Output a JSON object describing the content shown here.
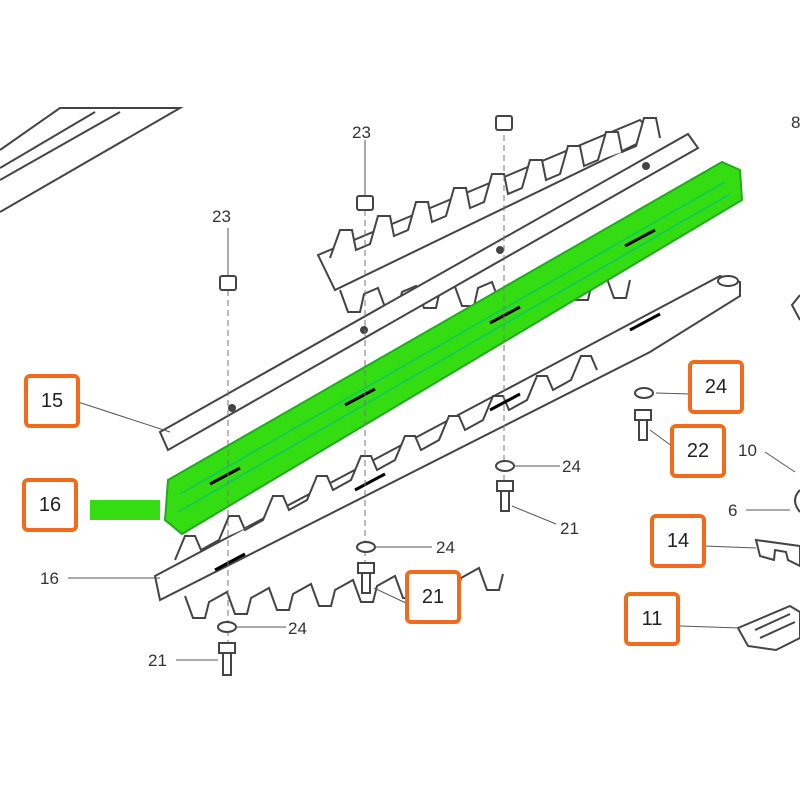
{
  "colors": {
    "highlight": "#33dd11",
    "callout_border": "#f26a1b",
    "line_art": "#444444"
  },
  "callouts": {
    "c15": "15",
    "c16": "16",
    "c24": "24",
    "c22": "22",
    "c14": "14",
    "c21": "21",
    "c11": "11"
  },
  "labels": {
    "l23a": "23",
    "l23b": "23",
    "l8": "8",
    "l10": "10",
    "l6": "6",
    "l24a": "24",
    "l24b": "24",
    "l24c": "24",
    "l21a": "21",
    "l21b": "21",
    "l16": "16"
  }
}
